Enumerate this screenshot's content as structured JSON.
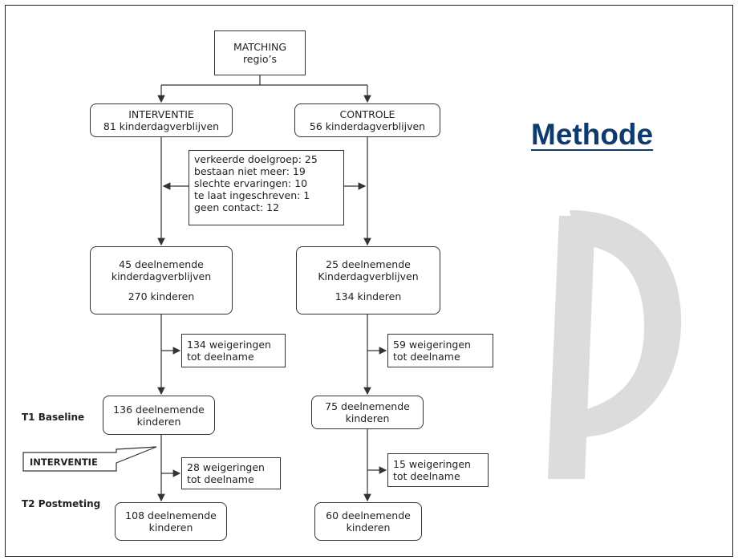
{
  "title": "Methode",
  "nodes": {
    "matching": [
      "MATCHING",
      "regio’s"
    ],
    "interventie": [
      "INTERVENTIE",
      "81 kinderdagverblijven"
    ],
    "controle": [
      "CONTROLE",
      "56 kinderdagverblijven"
    ],
    "exclusion": [
      "verkeerde doelgroep: 25",
      "bestaan niet meer: 19",
      "slechte ervaringen: 10",
      "te laat ingeschreven: 1",
      "geen contact: 12"
    ],
    "int_participants": [
      "45 deelnemende",
      "kinderdagverblijven",
      "",
      "270 kinderen"
    ],
    "con_participants": [
      "25 deelnemende",
      "Kinderdagverblijven",
      "",
      "134 kinderen"
    ],
    "int_refusal1": [
      "134 weigeringen",
      "tot deelname"
    ],
    "con_refusal1": [
      "59 weigeringen",
      "tot deelname"
    ],
    "int_t1": [
      "136 deelnemende",
      "kinderen"
    ],
    "con_t1": [
      "75 deelnemende",
      "kinderen"
    ],
    "int_refusal2": [
      "28 weigeringen",
      "tot deelname"
    ],
    "con_refusal2": [
      "15 weigeringen",
      "tot deelname"
    ],
    "int_t2": [
      "108 deelnemende",
      "kinderen"
    ],
    "con_t2": [
      "60 deelnemende",
      "kinderen"
    ]
  },
  "side_labels": {
    "t1": "T1 Baseline",
    "t2": "T2 Postmeting",
    "callout": "INTERVENTIE"
  },
  "colors": {
    "title": "#0f3a6d",
    "watermark": "#dcdcdc"
  }
}
